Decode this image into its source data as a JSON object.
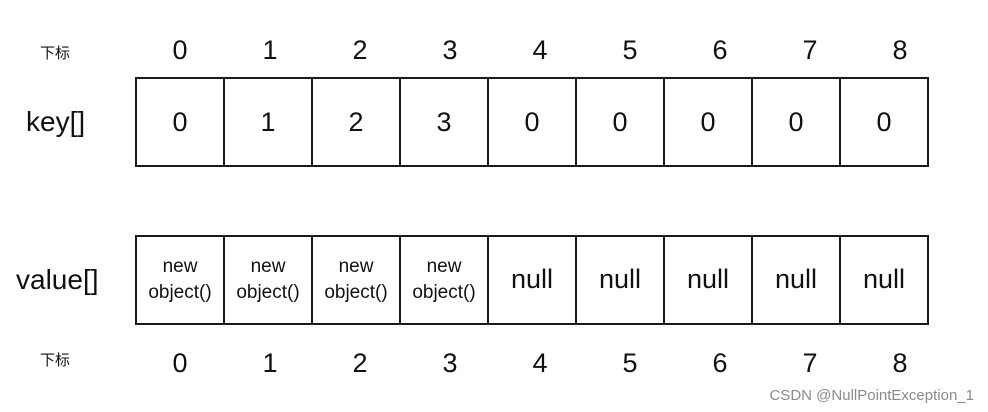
{
  "index_label": "下标",
  "indices": [
    "0",
    "1",
    "2",
    "3",
    "4",
    "5",
    "6",
    "7",
    "8"
  ],
  "key_array": {
    "label": "key[]",
    "cells": [
      "0",
      "1",
      "2",
      "3",
      "0",
      "0",
      "0",
      "0",
      "0"
    ]
  },
  "value_array": {
    "label": "value[]",
    "cells": [
      [
        "new",
        "object()"
      ],
      [
        "new",
        "object()"
      ],
      [
        "new",
        "object()"
      ],
      [
        "new",
        "object()"
      ],
      [
        "null"
      ],
      [
        "null"
      ],
      [
        "null"
      ],
      [
        "null"
      ],
      [
        "null"
      ]
    ]
  },
  "watermark": "CSDN @NullPointException_1"
}
